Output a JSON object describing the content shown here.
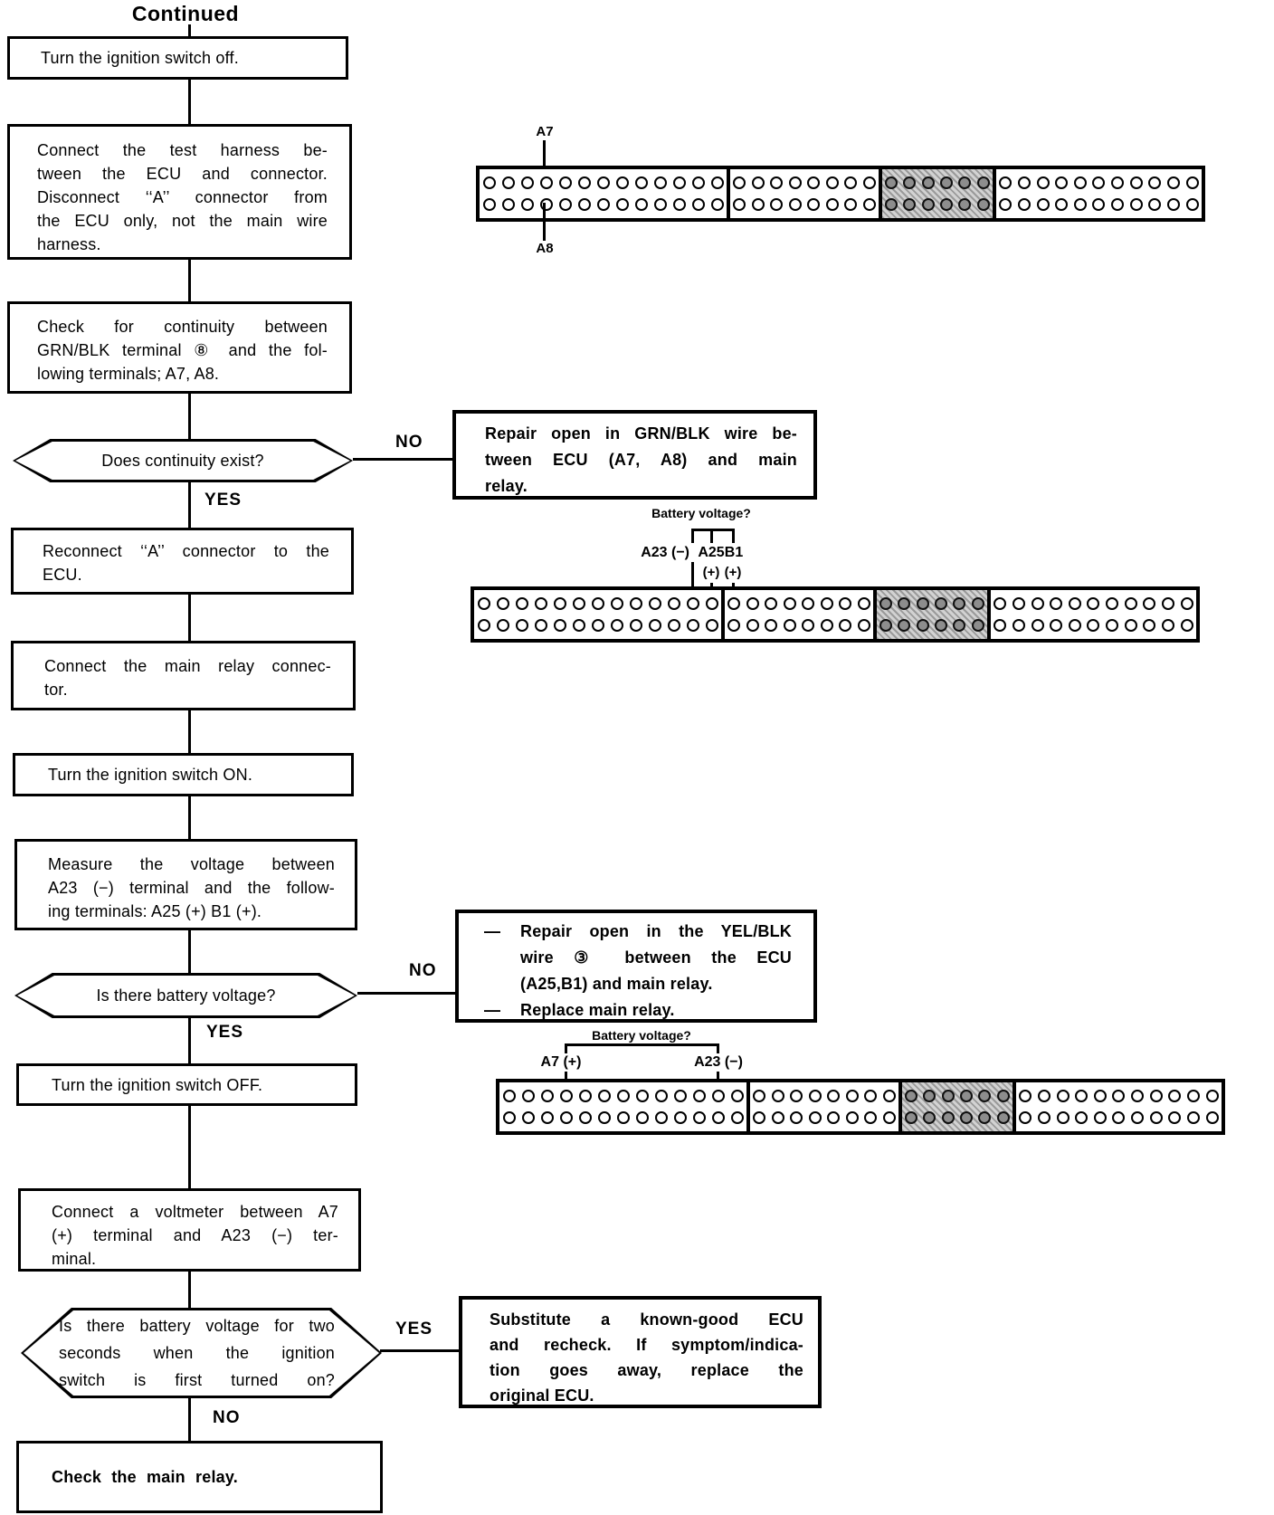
{
  "heading": "Continued",
  "branch_labels": {
    "yes": "YES",
    "no": "NO"
  },
  "steps": {
    "ignition_off": "Turn the ignition switch off.",
    "test_harness": "Connect the test harness be-\ntween the ECU and connector.\nDisconnect ‘‘A’’ connector from\nthe ECU only, not the main wire\nharness.",
    "check_continuity": "Check for continuity between\nGRN/BLK terminal ⑧ and the fol-\nlowing terminals; A7, A8.",
    "reconnect_a_connector": "Reconnect ‘‘A’’ connector to the\nECU.",
    "connect_main_relay": "Connect the main relay connec-\ntor.",
    "ignition_on": "Turn the ignition switch ON.",
    "measure_voltage": "Measure the voltage between\nA23 (−) terminal and the follow-\ning terminals: A25 (+) B1 (+).",
    "ignition_off_2": "Turn the ignition switch OFF.",
    "connect_voltmeter": "Connect a voltmeter between A7\n(+) terminal and A23 (−) ter-\nminal.",
    "check_main_relay": "Check the main relay."
  },
  "decisions": {
    "continuity_exists": "Does continuity exist?",
    "battery_voltage": "Is there battery voltage?",
    "battery_voltage_two_seconds": "Is there battery voltage for two\nseconds when the ignition\nswitch is first turned on?"
  },
  "actions": {
    "repair_grn_blk": "Repair open in GRN/BLK wire be-\ntween ECU (A7, A8) and main\nrelay.",
    "repair_yel_blk": {
      "dash": "—",
      "items": [
        "Repair open in the YEL/BLK\nwire ③ between the ECU\n(A25,B1) and main relay.",
        "Replace main relay."
      ]
    },
    "substitute_ecu": "Substitute a known-good ECU\nand recheck. If symptom/indica-\ntion goes away, replace the\noriginal ECU."
  },
  "connectors": {
    "pins_per_section": [
      13,
      8,
      6,
      11
    ],
    "rows": 2,
    "shaded_section_index": 2,
    "diagram_top": {
      "pin_a7": "A7",
      "pin_a8": "A8"
    },
    "diagram_middle": {
      "question": "Battery voltage?",
      "a23": "A23 (−)",
      "a25": "A25",
      "b1": "B1",
      "a25_polarity": "(+)",
      "b1_polarity": "(+)"
    },
    "diagram_bottom": {
      "question": "Battery voltage?",
      "a7": "A7 (+)",
      "a23": "A23 (−)"
    }
  },
  "colors": {
    "ink": "#000000",
    "paper": "#ffffff",
    "shaded_section": "#bdbdbd"
  }
}
